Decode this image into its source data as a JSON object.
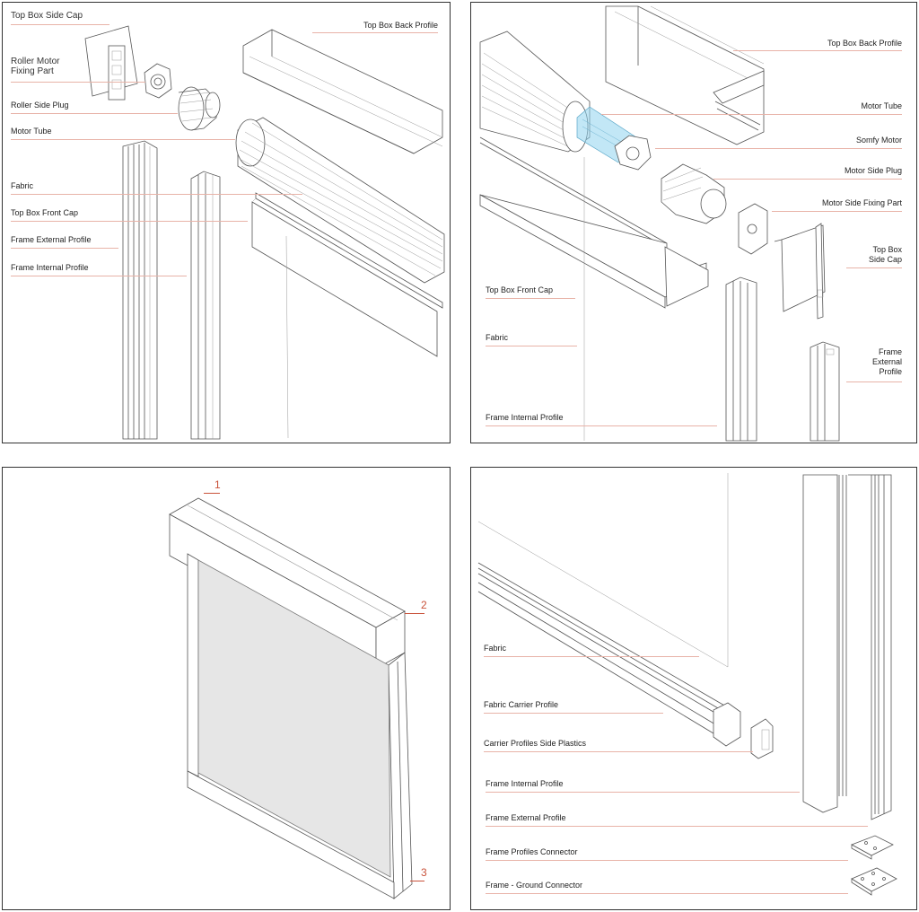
{
  "panel_tl": {
    "labels": {
      "top_box_side_cap": "Top Box Side Cap",
      "roller_motor_fixing_part": "Roller Motor\nFixing Part",
      "roller_side_plug": "Roller Side Plug",
      "motor_tube": "Motor Tube",
      "fabric": "Fabric",
      "top_box_front_cap": "Top Box Front Cap",
      "frame_external_profile": "Frame External Profile",
      "frame_internal_profile": "Frame Internal Profile",
      "top_box_back_profile": "Top Box Back Profile"
    }
  },
  "panel_tr": {
    "labels": {
      "top_box_back_profile": "Top Box Back Profile",
      "motor_tube": "Motor Tube",
      "somfy_motor": "Somfy Motor",
      "motor_side_plug": "Motor Side Plug",
      "motor_side_fixing_part": "Motor Side Fixing Part",
      "top_box_side_cap": "Top Box\nSide Cap",
      "top_box_front_cap": "Top Box Front Cap",
      "fabric": "Fabric",
      "frame_external_profile": "Frame\nExternal\nProfile",
      "frame_internal_profile": "Frame Internal Profile"
    }
  },
  "panel_bl": {
    "callouts": [
      "1",
      "2",
      "3"
    ]
  },
  "panel_br": {
    "labels": {
      "fabric": "Fabric",
      "fabric_carrier_profile": "Fabric Carrier Profile",
      "carrier_profiles_side_plastics": "Carrier Profiles Side Plastics",
      "frame_internal_profile": "Frame Internal Profile",
      "frame_external_profile": "Frame External Profile",
      "frame_profiles_connector": "Frame Profiles Connector",
      "frame_ground_connector": "Frame - Ground Connector"
    }
  },
  "colors": {
    "leader": "#e8b3a8",
    "callout": "#c9523a",
    "motor": "#8fd3ef",
    "fabric_fill": "#e6e6e6"
  }
}
